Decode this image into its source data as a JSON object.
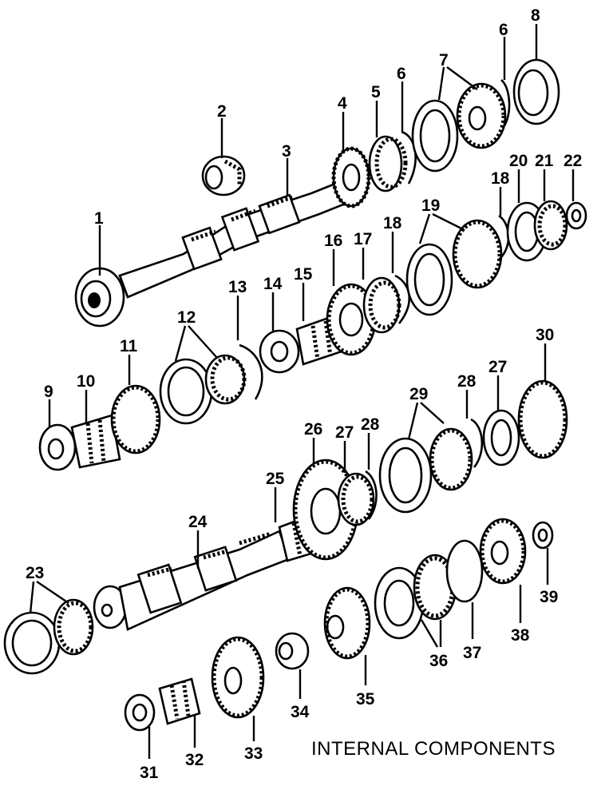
{
  "diagram": {
    "caption": "INTERNAL COMPONENTS",
    "callouts": [
      {
        "id": "c1",
        "label": "1"
      },
      {
        "id": "c2",
        "label": "2"
      },
      {
        "id": "c3",
        "label": "3"
      },
      {
        "id": "c4",
        "label": "4"
      },
      {
        "id": "c5",
        "label": "5"
      },
      {
        "id": "c6a",
        "label": "6"
      },
      {
        "id": "c6b",
        "label": "6"
      },
      {
        "id": "c7",
        "label": "7"
      },
      {
        "id": "c8",
        "label": "8"
      },
      {
        "id": "c9",
        "label": "9"
      },
      {
        "id": "c10",
        "label": "10"
      },
      {
        "id": "c11",
        "label": "11"
      },
      {
        "id": "c12",
        "label": "12"
      },
      {
        "id": "c13",
        "label": "13"
      },
      {
        "id": "c14",
        "label": "14"
      },
      {
        "id": "c15",
        "label": "15"
      },
      {
        "id": "c16",
        "label": "16"
      },
      {
        "id": "c17",
        "label": "17"
      },
      {
        "id": "c18a",
        "label": "18"
      },
      {
        "id": "c18b",
        "label": "18"
      },
      {
        "id": "c19",
        "label": "19"
      },
      {
        "id": "c20",
        "label": "20"
      },
      {
        "id": "c21",
        "label": "21"
      },
      {
        "id": "c22",
        "label": "22"
      },
      {
        "id": "c23",
        "label": "23"
      },
      {
        "id": "c24",
        "label": "24"
      },
      {
        "id": "c25",
        "label": "25"
      },
      {
        "id": "c26",
        "label": "26"
      },
      {
        "id": "c27a",
        "label": "27"
      },
      {
        "id": "c27b",
        "label": "27"
      },
      {
        "id": "c28a",
        "label": "28"
      },
      {
        "id": "c28b",
        "label": "28"
      },
      {
        "id": "c29",
        "label": "29"
      },
      {
        "id": "c30",
        "label": "30"
      },
      {
        "id": "c31",
        "label": "31"
      },
      {
        "id": "c32",
        "label": "32"
      },
      {
        "id": "c33",
        "label": "33"
      },
      {
        "id": "c34",
        "label": "34"
      },
      {
        "id": "c35",
        "label": "35"
      },
      {
        "id": "c36",
        "label": "36"
      },
      {
        "id": "c37",
        "label": "37"
      },
      {
        "id": "c38",
        "label": "38"
      },
      {
        "id": "c39",
        "label": "39"
      }
    ]
  }
}
